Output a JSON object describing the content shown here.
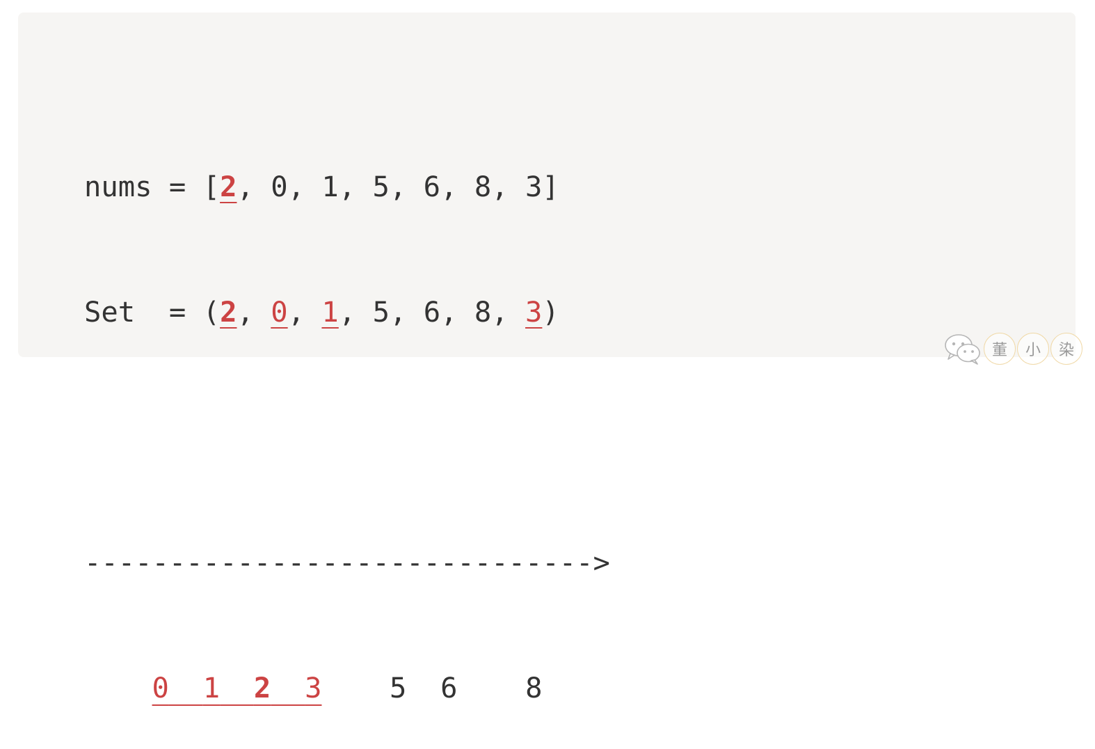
{
  "code": {
    "line1": [
      "nums = [",
      "2",
      ", 0, 1, 5, 6, 8, 3]"
    ],
    "line2": [
      "Set  = (",
      "2",
      ", ",
      "0",
      ", ",
      "1",
      ", 5, 6, 8, ",
      "3",
      ")"
    ],
    "arrow": "------------------------------>",
    "line4_indent": "    ",
    "seq_red": [
      "0",
      "1",
      "2",
      "3"
    ],
    "seq_rest": [
      "5",
      "6",
      "8"
    ]
  },
  "watermark": {
    "chars": [
      "董",
      "小",
      "染"
    ],
    "icon": "wechat-icon"
  },
  "colors": {
    "panel": "#f6f5f3",
    "text": "#333333",
    "highlight": "#cc4343"
  }
}
